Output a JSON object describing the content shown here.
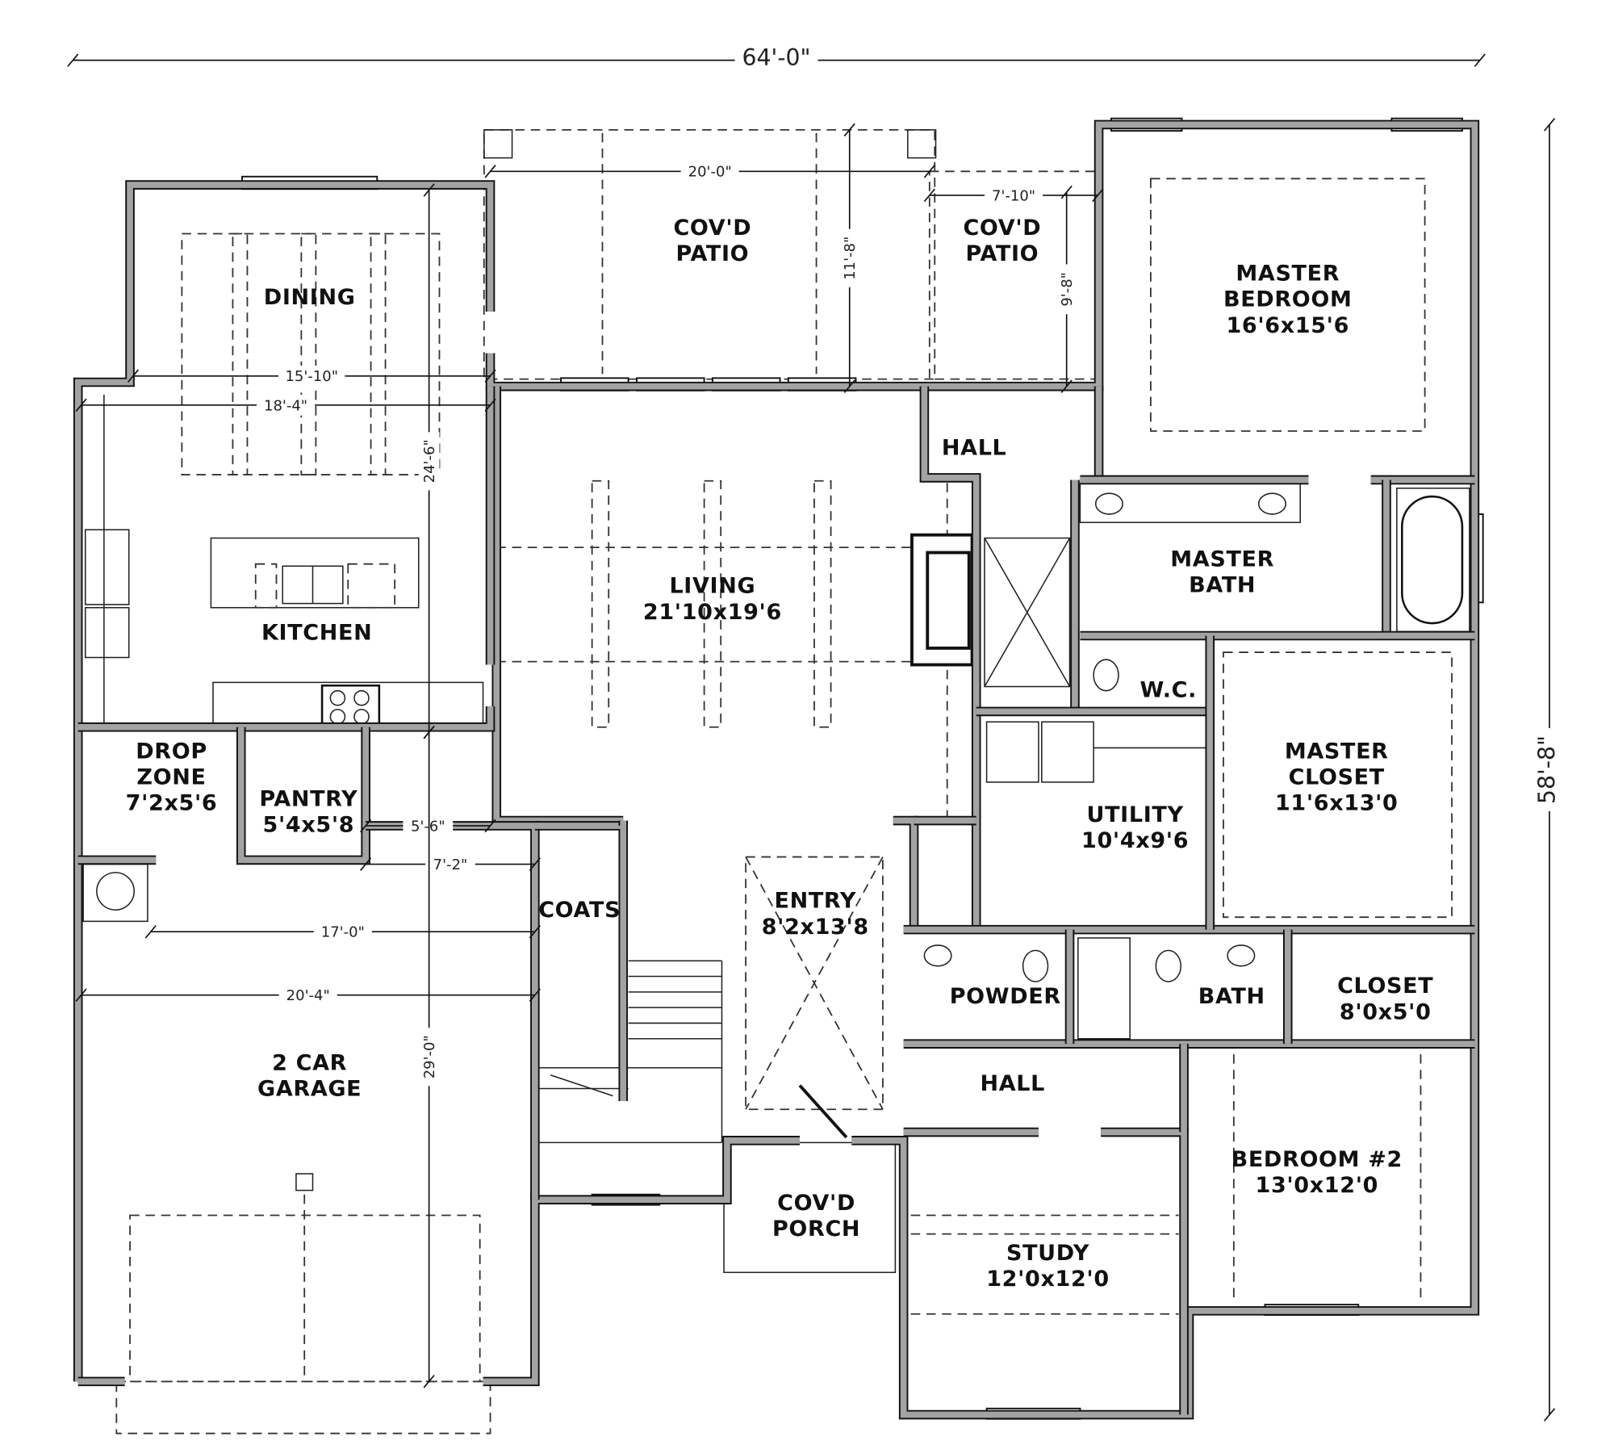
{
  "rooms": [
    {
      "id": "dining",
      "lines": [
        "DINING"
      ]
    },
    {
      "id": "covd-patio-main",
      "lines": [
        "COV'D",
        "PATIO"
      ]
    },
    {
      "id": "covd-patio-side",
      "lines": [
        "COV'D",
        "PATIO"
      ]
    },
    {
      "id": "master-bedroom",
      "lines": [
        "MASTER",
        "BEDROOM",
        "16'6x15'6"
      ]
    },
    {
      "id": "hall-upper",
      "lines": [
        "HALL"
      ]
    },
    {
      "id": "living",
      "lines": [
        "LIVING",
        "21'10x19'6"
      ]
    },
    {
      "id": "kitchen",
      "lines": [
        "KITCHEN"
      ]
    },
    {
      "id": "master-bath",
      "lines": [
        "MASTER",
        "BATH"
      ]
    },
    {
      "id": "wc",
      "lines": [
        "W.C."
      ]
    },
    {
      "id": "drop-zone",
      "lines": [
        "DROP",
        "ZONE",
        "7'2x5'6"
      ]
    },
    {
      "id": "pantry",
      "lines": [
        "PANTRY",
        "5'4x5'8"
      ]
    },
    {
      "id": "utility",
      "lines": [
        "UTILITY",
        "10'4x9'6"
      ]
    },
    {
      "id": "master-closet",
      "lines": [
        "MASTER",
        "CLOSET",
        "11'6x13'0"
      ]
    },
    {
      "id": "coats",
      "lines": [
        "COATS"
      ]
    },
    {
      "id": "entry",
      "lines": [
        "ENTRY",
        "8'2x13'8"
      ]
    },
    {
      "id": "powder",
      "lines": [
        "POWDER"
      ]
    },
    {
      "id": "bath",
      "lines": [
        "BATH"
      ]
    },
    {
      "id": "closet",
      "lines": [
        "CLOSET",
        "8'0x5'0"
      ]
    },
    {
      "id": "hall-lower",
      "lines": [
        "HALL"
      ]
    },
    {
      "id": "garage",
      "lines": [
        "2 CAR",
        "GARAGE"
      ]
    },
    {
      "id": "bedroom-2",
      "lines": [
        "BEDROOM #2",
        "13'0x12'0"
      ]
    },
    {
      "id": "covd-porch",
      "lines": [
        "COV'D",
        "PORCH"
      ]
    },
    {
      "id": "study",
      "lines": [
        "STUDY",
        "12'0x12'0"
      ]
    }
  ],
  "dimensions": [
    {
      "id": "overall-width",
      "text": "64'-0\""
    },
    {
      "id": "overall-depth",
      "text": "58'-8\""
    },
    {
      "id": "patio-width",
      "text": "20'-0\""
    },
    {
      "id": "side-patio-width",
      "text": "7'-10\""
    },
    {
      "id": "patio-depth",
      "text": "11'-8\""
    },
    {
      "id": "side-patio-depth",
      "text": "9'-8\""
    },
    {
      "id": "dining-width",
      "text": "15'-10\""
    },
    {
      "id": "kitchen-width",
      "text": "18'-4\""
    },
    {
      "id": "kitchen-depth",
      "text": "24'-6\""
    },
    {
      "id": "pantry-dim",
      "text": "5'-6\""
    },
    {
      "id": "mud-dim",
      "text": "7'-2\""
    },
    {
      "id": "garage-inner-width",
      "text": "17'-0\""
    },
    {
      "id": "garage-width",
      "text": "20'-4\""
    },
    {
      "id": "garage-depth",
      "text": "29'-0\""
    }
  ]
}
